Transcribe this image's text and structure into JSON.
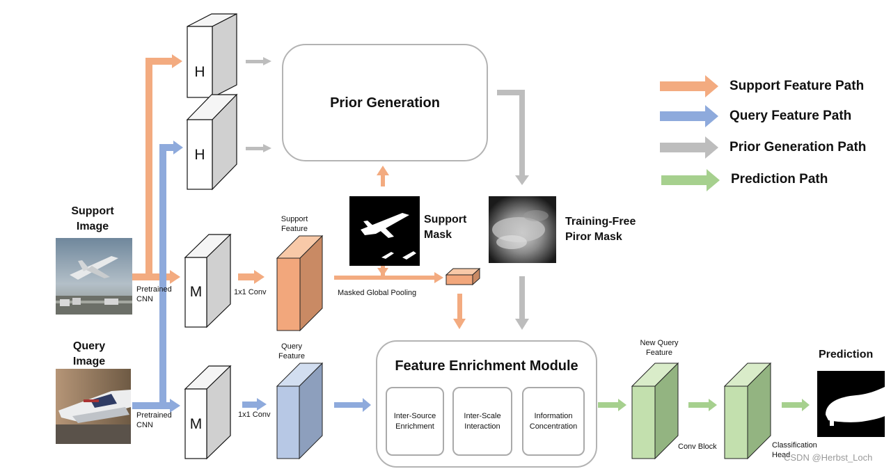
{
  "title": "Prior Generation",
  "fem": {
    "title": "Feature Enrichment Module",
    "sub1": "Inter-Source\nEnrichment",
    "sub2": "Inter-Scale\nInteraction",
    "sub3": "Information\nConcentration"
  },
  "legend": [
    {
      "label": "Support Feature Path",
      "color": "#f3ab80"
    },
    {
      "label": "Query Feature Path",
      "color": "#8eaadc"
    },
    {
      "label": "Prior Generation Path",
      "color": "#bdbdbd"
    },
    {
      "label": "Prediction Path",
      "color": "#a6d08e"
    }
  ],
  "labels": {
    "support_image": "Support\nImage",
    "query_image": "Query\nImage",
    "pretrained_support": "Pretrained\nCNN",
    "pretrained_query": "Pretrained\nCNN",
    "h_top": "H",
    "h_bottom": "H",
    "m_top": "M",
    "m_bottom": "M",
    "conv_top": "1x1 Conv",
    "conv_bottom": "1x1 Conv",
    "support_feature": "Support\nFeature",
    "query_feature": "Query\nFeature",
    "support_mask": "Support\nMask",
    "masked_pooling": "Masked Global Pooling",
    "prior_mask": "Training-Free\nPiror Mask",
    "new_query_feature": "New Query\nFeature",
    "conv_block": "Conv Block",
    "class_head": "Classification\nHead",
    "prediction": "Prediction"
  },
  "watermark": "CSDN @Herbst_Loch"
}
